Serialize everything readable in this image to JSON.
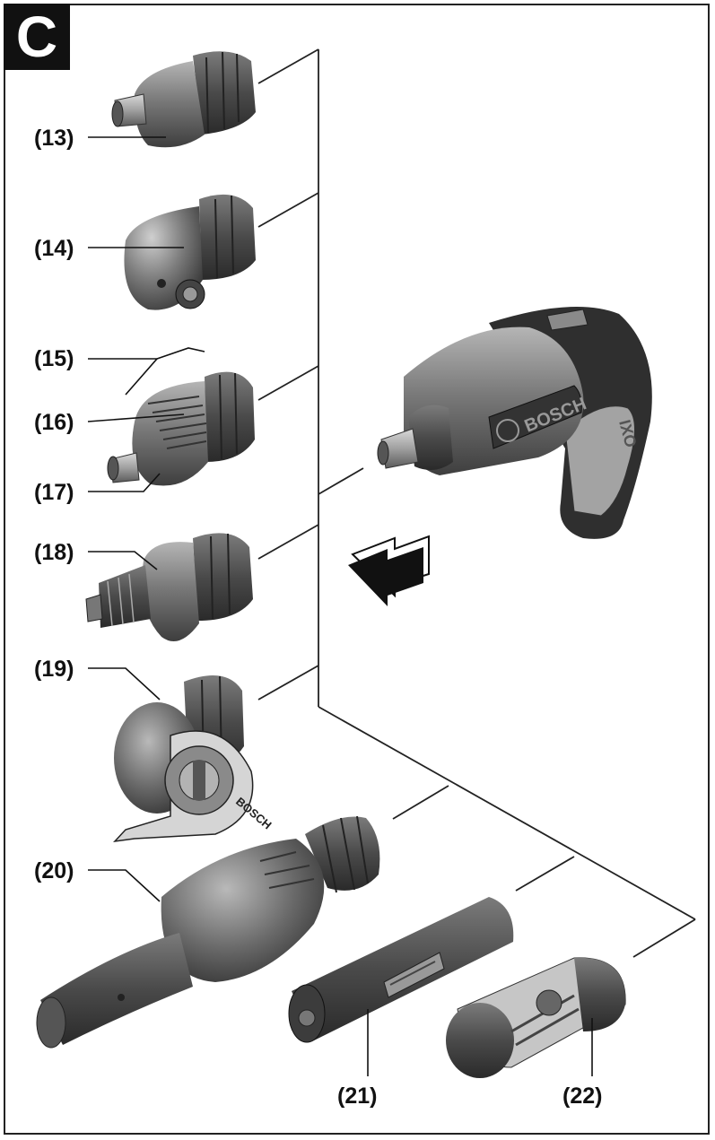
{
  "figure_letter": "C",
  "labels": {
    "l13": "(13)",
    "l14": "(14)",
    "l15": "(15)",
    "l16": "(16)",
    "l17": "(17)",
    "l18": "(18)",
    "l19": "(19)",
    "l20": "(20)",
    "l21": "(21)",
    "l22": "(22)"
  },
  "brand": {
    "screwdriver": "BOSCH",
    "cutter": "BOSCH",
    "model": "IXO"
  },
  "colors": {
    "body_dark": "#3a3a3a",
    "body_mid": "#6d6d6d",
    "body_light": "#a9a9a9",
    "ink": "#111111"
  }
}
